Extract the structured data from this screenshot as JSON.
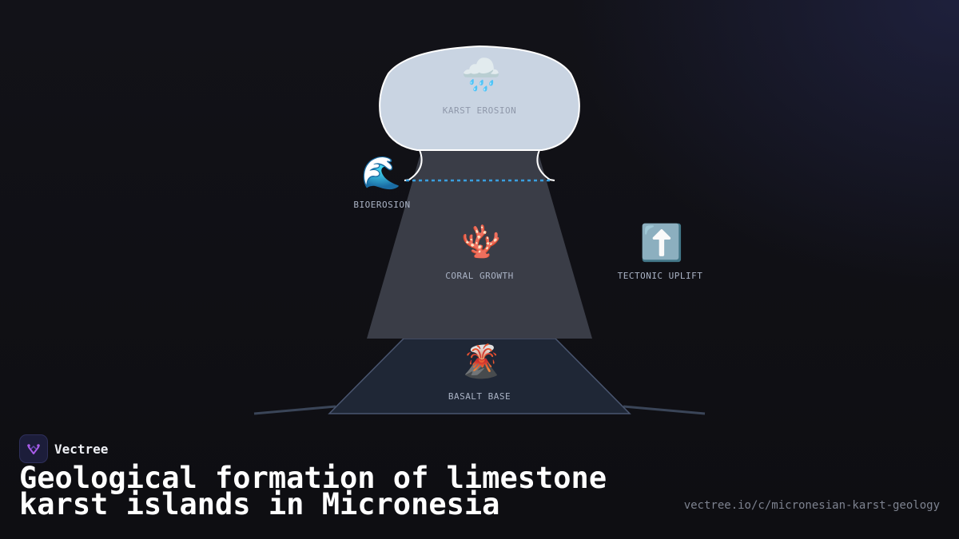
{
  "diagram": {
    "labels": {
      "karst": "KARST EROSION",
      "bioerosion": "BIOEROSION",
      "coral": "CORAL GROWTH",
      "uplift": "TECTONIC UPLIFT",
      "basalt": "BASALT BASE"
    },
    "icons": {
      "karst": "🌧️",
      "bioerosion": "🌊",
      "coral": "🪸",
      "uplift": "⬆️",
      "basalt": "🌋"
    },
    "colors": {
      "cap": "#c9d4e2",
      "reef": "#3a3d47",
      "base": "#1f2736",
      "waterline": "#3aa0e0"
    }
  },
  "brand": {
    "name": "Vectree"
  },
  "title": "Geological formation of limestone karst islands in Micronesia",
  "url": "vectree.io/c/micronesian-karst-geology"
}
